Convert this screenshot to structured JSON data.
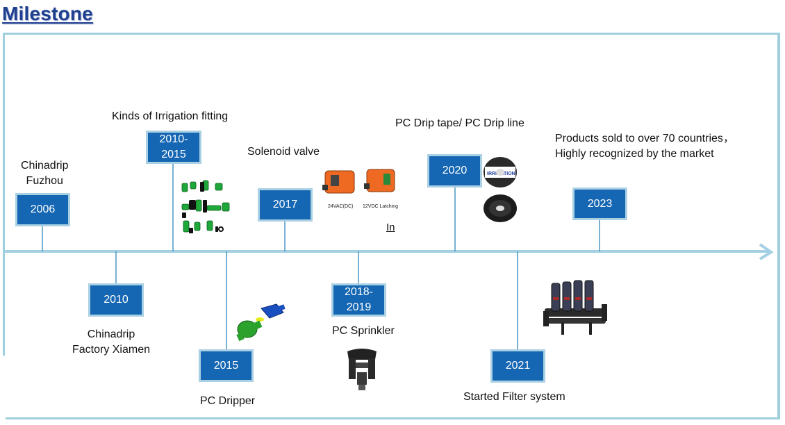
{
  "title": "Milestone",
  "milestones": [
    {
      "year": "2006",
      "label": "Chinadrip\nFuzhou"
    },
    {
      "year": "2010",
      "label": "Chinadrip\nFactory Xiamen"
    },
    {
      "year": "2010-\n2015",
      "label": "Kinds of Irrigation fitting"
    },
    {
      "year": "2015",
      "label": "PC Dripper"
    },
    {
      "year": "2017",
      "label": "Solenoid valve"
    },
    {
      "year": "2018-\n2019",
      "label": "PC Sprinkler"
    },
    {
      "year": "2020",
      "label": "PC Drip tape/ PC Drip line"
    },
    {
      "year": "2021",
      "label": "Started Filter system"
    },
    {
      "year": "2023",
      "label": "Products sold to over 70 countries，\nHighly recognized by the market"
    }
  ],
  "valve_labels": {
    "left": "24VAC(DC)",
    "right": "12VDC Latching"
  },
  "stray_text": "In",
  "tape_text": "IRRIGATION"
}
